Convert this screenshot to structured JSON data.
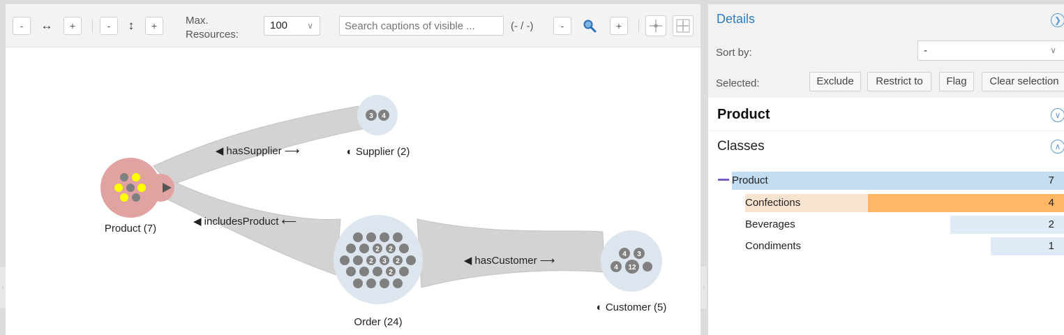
{
  "toolbar": {
    "h_minus": "-",
    "h_icon": "↔",
    "h_plus": "+",
    "v_minus": "-",
    "v_icon": "↕",
    "v_plus": "+",
    "max_resources_label_line1": "Max.",
    "max_resources_label_line2": "Resources:",
    "max_resources_value": "100",
    "search_placeholder": "Search captions of visible ...",
    "match_count": "(- / -)",
    "zoom_minus": "-",
    "zoom_plus": "+"
  },
  "graph": {
    "nodes": {
      "product": "Product (7)",
      "supplier": "◐ Supplier (2)",
      "order": "Order (24)",
      "customer": "◐ Customer (5)"
    },
    "edges": {
      "has_supplier": "◀ hasSupplier ⟶",
      "includes_product": "◀ includesProduct ⟵",
      "has_customer": "◀ hasCustomer ⟶"
    },
    "supplier_badges": [
      "3",
      "4"
    ],
    "order_badges": [
      "2",
      "2",
      "2",
      "3",
      "2",
      "2"
    ],
    "customer_badges": [
      "4",
      "3",
      "4",
      "12"
    ],
    "colors": {
      "product_node": "#e0a3a1",
      "class_node": "#dde6ef",
      "highlight_dot": "#ffff00",
      "dot": "#808080",
      "edge": "#d3d3d3"
    }
  },
  "details": {
    "title": "Details",
    "sort_by_label": "Sort by:",
    "sort_by_value": "-",
    "selected_label": "Selected:",
    "buttons": {
      "exclude": "Exclude",
      "restrict": "Restrict to",
      "flag": "Flag",
      "clear": "Clear selection"
    }
  },
  "product_section": {
    "title": "Product"
  },
  "classes_section": {
    "title": "Classes",
    "items": [
      {
        "label": "Product",
        "count": "7",
        "value": 7
      },
      {
        "label": "Confections",
        "count": "4",
        "value": 4
      },
      {
        "label": "Beverages",
        "count": "2",
        "value": 2
      },
      {
        "label": "Condiments",
        "count": "1",
        "value": 1
      }
    ],
    "colors": {
      "bar": "#c2dcf1",
      "bar_light": "#deebf6",
      "selected_bar": "#ffb766",
      "selected_bg": "#f9e4cf",
      "collapse": "#7b5bc4"
    }
  }
}
